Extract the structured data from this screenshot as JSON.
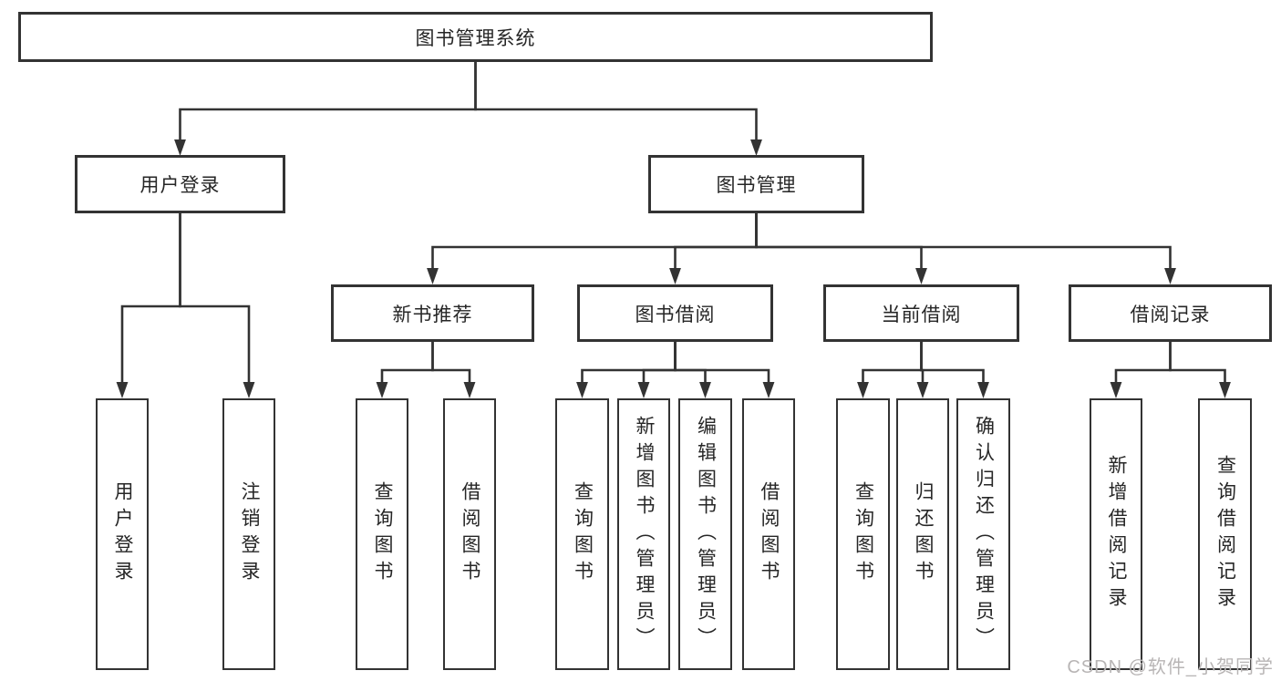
{
  "tree": {
    "label": "图书管理系统",
    "children": [
      {
        "label": "用户登录",
        "children": [
          {
            "label": "用户登录"
          },
          {
            "label": "注销登录"
          }
        ]
      },
      {
        "label": "图书管理",
        "children": [
          {
            "label": "新书推荐",
            "children": [
              {
                "label": "查询图书"
              },
              {
                "label": "借阅图书"
              }
            ]
          },
          {
            "label": "图书借阅",
            "children": [
              {
                "label": "查询图书"
              },
              {
                "label": "新增图书（管理员）"
              },
              {
                "label": "编辑图书（管理员）"
              },
              {
                "label": "借阅图书"
              }
            ]
          },
          {
            "label": "当前借阅",
            "children": [
              {
                "label": "查询图书"
              },
              {
                "label": "归还图书"
              },
              {
                "label": "确认归还（管理员）"
              }
            ]
          },
          {
            "label": "借阅记录",
            "children": [
              {
                "label": "新增借阅记录"
              },
              {
                "label": "查询借阅记录"
              }
            ]
          }
        ]
      }
    ]
  },
  "watermark": "CSDN @软件_小贺同学",
  "colors": {
    "line": "#333333",
    "border": "#333333",
    "text": "#262626",
    "background": "#ffffff",
    "watermark": "#b8b5b5"
  }
}
